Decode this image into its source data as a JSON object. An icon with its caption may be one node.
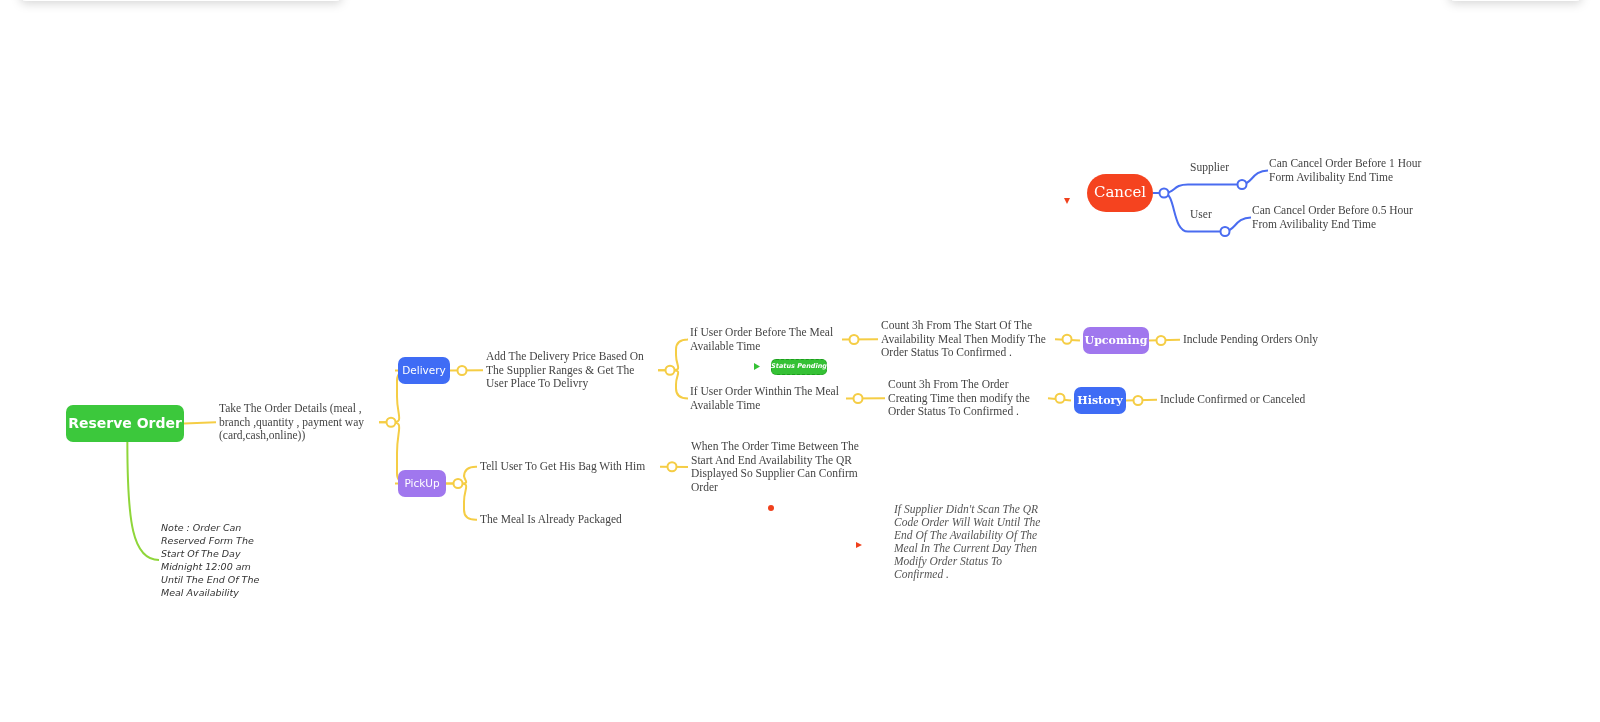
{
  "diagram": {
    "nodes": [
      {
        "text": [
          "Reserve Order"
        ]
      },
      {
        "text": [
          "Take The Order Details (meal , branch ,quantity , payment way (card,cash,online))"
        ]
      },
      {
        "text": [
          "Note : Order Can Reserved Form The Start Of The Day Midnight 12:00 am Until The End Of The Meal Availability"
        ]
      },
      {
        "text": [
          "Delivery"
        ]
      },
      {
        "text": [
          "PickUp"
        ]
      },
      {
        "text": [
          "Add The Delivery Price Based On The Supplier Ranges & Get The User Place To Delivry"
        ]
      },
      {
        "text": [
          "If User Order Before The Meal Available Time"
        ]
      },
      {
        "text": [
          "If User Order Winthin The Meal Available Time"
        ]
      },
      {
        "text": [
          "Count 3h From The Start Of The Availability Meal Then Modify The Order Status To Confirmed ."
        ]
      },
      {
        "text": [
          "Count 3h From The Order Creating Time then modify the Order Status To Confirmed ."
        ]
      },
      {
        "text": [
          "Upcoming"
        ]
      },
      {
        "text": [
          "History"
        ]
      },
      {
        "text": [
          "Include Pending Orders Only"
        ]
      },
      {
        "text": [
          "Include Confirmed or Canceled"
        ]
      },
      {
        "text": [
          "Tell User To Get His Bag With Him"
        ]
      },
      {
        "text": [
          "The Meal Is Already Packaged"
        ]
      },
      {
        "text": [
          "When The Order Time Between The Start And End Availability The QR Displayed So Supplier Can Confirm Order"
        ]
      },
      {
        "text": [
          "Cancel"
        ]
      },
      {
        "text": [
          "Can Cancel Order Before 1 Hour Form Avilibality End Time"
        ]
      },
      {
        "text": [
          "Can Cancel Order Before 0.5 Hour From Avilibality End Time"
        ]
      },
      {
        "text": [
          "Status Pending"
        ]
      }
    ],
    "edges": [
      {
        "from": 0,
        "to": 1,
        "arrow": "none"
      },
      {
        "from": 0,
        "to": 2,
        "arrow": "none",
        "color": "#8fd63a"
      },
      {
        "from": 1,
        "to": 3,
        "arrow": "none"
      },
      {
        "from": 1,
        "to": 4,
        "arrow": "none"
      },
      {
        "from": 3,
        "to": 5,
        "arrow": "none"
      },
      {
        "from": 5,
        "to": 6,
        "arrow": "none"
      },
      {
        "from": 5,
        "to": 7,
        "arrow": "none"
      },
      {
        "from": 6,
        "to": 8,
        "arrow": "none"
      },
      {
        "from": 7,
        "to": 9,
        "arrow": "none"
      },
      {
        "from": 8,
        "to": 10,
        "arrow": "none"
      },
      {
        "from": 9,
        "to": 11,
        "arrow": "none"
      },
      {
        "from": 10,
        "to": 12,
        "arrow": "none"
      },
      {
        "from": 11,
        "to": 13,
        "arrow": "none"
      },
      {
        "from": 4,
        "to": 14,
        "arrow": "none"
      },
      {
        "from": 4,
        "to": 15,
        "arrow": "none"
      },
      {
        "from": 14,
        "to": 16,
        "arrow": "none"
      },
      {
        "from": 17,
        "to": 18,
        "arrow": "none",
        "label": "Supplier",
        "color": "#4a6cf0"
      },
      {
        "from": 17,
        "to": 19,
        "arrow": "none",
        "label": "User",
        "color": "#4a6cf0"
      }
    ],
    "labels": [
      "If Supplier Didn't Scan The QR Code Order Will Wait Until The End Of The Availability Of The Meal In The Current Day Then Modify Order Status To Confirmed ."
    ]
  }
}
